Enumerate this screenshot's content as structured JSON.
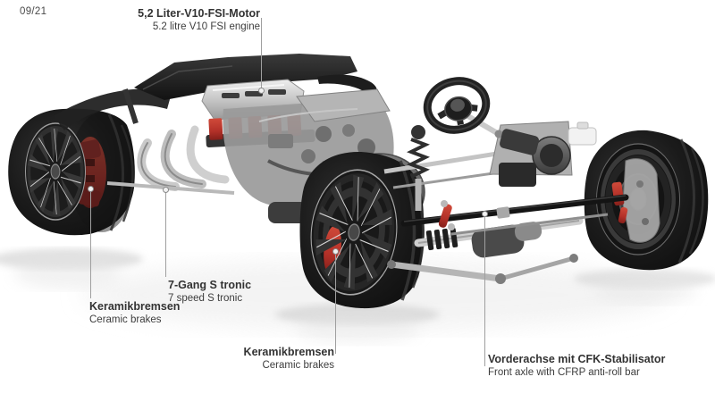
{
  "page": {
    "date_code": "09/21"
  },
  "colors": {
    "accent_red": "#c2382e",
    "label_text": "#333333",
    "leader_line": "#9f9f9f",
    "background": "#ffffff"
  },
  "callouts": {
    "engine": {
      "de": "5,2 Liter-V10-FSI-Motor",
      "en": "5.2 litre V10 FSI engine"
    },
    "rear_brakes": {
      "de": "Keramikbremsen",
      "en": "Ceramic brakes"
    },
    "gearbox": {
      "de": "7-Gang S tronic",
      "en": "7 speed S tronic"
    },
    "front_brakes": {
      "de": "Keramikbremsen",
      "en": "Ceramic brakes"
    },
    "front_axle": {
      "de": "Vorderachse mit CFK-Stabilisator",
      "en": "Front axle with CFRP anti-roll bar"
    }
  }
}
